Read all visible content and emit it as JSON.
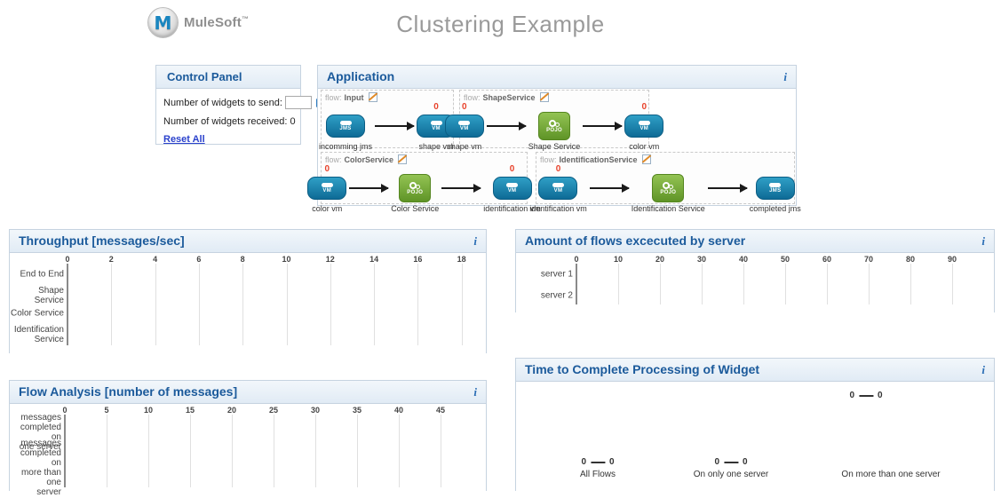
{
  "header": {
    "brand": "MuleSoft",
    "trademark": "™",
    "logo_letter": "M",
    "title": "Clustering Example"
  },
  "icons": {
    "info": "i"
  },
  "control_panel": {
    "title": "Control Panel",
    "send_label": "Number of widgets to send:",
    "send_value": "",
    "received_label": "Number of widgets received:",
    "received_value": "0",
    "reset_label": "Reset All"
  },
  "application": {
    "title": "Application",
    "flow_prefix": "flow:",
    "flows": [
      {
        "name": "Input",
        "nodes": [
          {
            "type": "jms",
            "icon_text": "JMS",
            "label": "incomming jms",
            "counter": null
          },
          {
            "type": "vm",
            "icon_text": "VM",
            "label": "shape vm",
            "counter": "0"
          }
        ]
      },
      {
        "name": "ShapeService",
        "nodes": [
          {
            "type": "vm",
            "icon_text": "VM",
            "label": "shape vm",
            "counter": "0"
          },
          {
            "type": "pojo",
            "icon_text": "POJO",
            "label": "Shape Service",
            "counter": null
          },
          {
            "type": "vm",
            "icon_text": "VM",
            "label": "color vm",
            "counter": "0"
          }
        ]
      },
      {
        "name": "ColorService",
        "nodes": [
          {
            "type": "vm",
            "icon_text": "VM",
            "label": "color vm",
            "counter": "0"
          },
          {
            "type": "pojo",
            "icon_text": "POJO",
            "label": "Color Service",
            "counter": null
          },
          {
            "type": "vm",
            "icon_text": "VM",
            "label": "identification vm",
            "counter": "0"
          }
        ]
      },
      {
        "name": "IdentificationService",
        "nodes": [
          {
            "type": "vm",
            "icon_text": "VM",
            "label": "identification vm",
            "counter": "0"
          },
          {
            "type": "pojo",
            "icon_text": "POJO",
            "label": "Identification Service",
            "counter": null
          },
          {
            "type": "jms",
            "icon_text": "JMS",
            "label": "completed jms",
            "counter": null
          }
        ]
      }
    ]
  },
  "charts": {
    "throughput": {
      "title": "Throughput [messages/sec]",
      "ticks": [
        "0",
        "2",
        "4",
        "6",
        "8",
        "10",
        "12",
        "14",
        "16",
        "18"
      ],
      "categories": [
        "End to End",
        "Shape Service",
        "Color Service",
        "Identification\nService"
      ]
    },
    "flows_by_server": {
      "title": "Amount of flows excecuted by server",
      "ticks": [
        "0",
        "10",
        "20",
        "30",
        "40",
        "50",
        "60",
        "70",
        "80",
        "90"
      ],
      "categories": [
        "server 1",
        "server 2"
      ]
    },
    "flow_analysis": {
      "title": "Flow Analysis [number of messages]",
      "ticks": [
        "0",
        "5",
        "10",
        "15",
        "20",
        "25",
        "30",
        "35",
        "40",
        "45"
      ],
      "categories": [
        "messages\ncompleted on\none server",
        "messages\ncompleted on\nmore than one\nserver"
      ]
    }
  },
  "time_panel": {
    "title": "Time to Complete Processing of Widget",
    "gauges": [
      {
        "min": "0",
        "max": "0",
        "label": "All Flows"
      },
      {
        "min": "0",
        "max": "0",
        "label": "On only one server"
      },
      {
        "min": "0",
        "max": "0",
        "label": "On more than one server"
      }
    ]
  },
  "chart_data": [
    {
      "type": "bar",
      "title": "Throughput [messages/sec]",
      "categories": [
        "End to End",
        "Shape Service",
        "Color Service",
        "Identification Service"
      ],
      "values": [
        0,
        0,
        0,
        0
      ],
      "orientation": "horizontal",
      "xlabel": "messages/sec",
      "ylabel": "",
      "xlim": [
        0,
        18
      ],
      "grid": true,
      "legend": false
    },
    {
      "type": "bar",
      "title": "Amount of flows excecuted by server",
      "categories": [
        "server 1",
        "server 2"
      ],
      "values": [
        0,
        0
      ],
      "orientation": "horizontal",
      "xlabel": "",
      "ylabel": "",
      "xlim": [
        0,
        90
      ],
      "grid": true,
      "legend": false
    },
    {
      "type": "bar",
      "title": "Flow Analysis [number of messages]",
      "categories": [
        "messages completed on one server",
        "messages completed on more than one server"
      ],
      "values": [
        0,
        0
      ],
      "orientation": "horizontal",
      "xlabel": "number of messages",
      "ylabel": "",
      "xlim": [
        0,
        45
      ],
      "grid": true,
      "legend": false
    },
    {
      "type": "table",
      "title": "Time to Complete Processing of Widget",
      "categories": [
        "All Flows",
        "On only one server",
        "On more than one server"
      ],
      "series": [
        {
          "name": "min",
          "values": [
            0,
            0,
            0
          ]
        },
        {
          "name": "max",
          "values": [
            0,
            0,
            0
          ]
        }
      ]
    }
  ]
}
